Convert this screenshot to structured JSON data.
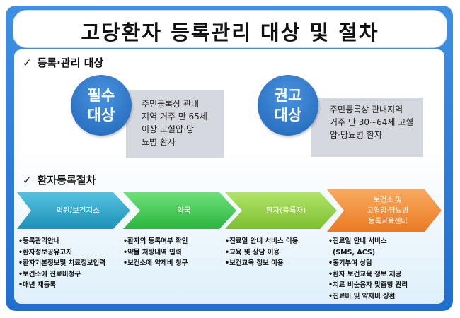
{
  "title": "고당환자 등록관리 대상 및 절차",
  "section1": {
    "check": "✓",
    "heading": "등록·관리 대상"
  },
  "required": {
    "circle_line1": "필수",
    "circle_line2": "대상",
    "desc_lines": [
      "주민등록상 관내",
      "지역 거주 만 65세",
      "이상 고혈압·당",
      "뇨병 환자"
    ]
  },
  "recommended": {
    "circle_line1": "권고",
    "circle_line2": "대상",
    "desc_lines": [
      "주민등록상 관내지역",
      "거주 만 30~64세 고혈",
      "압·당뇨병 환자"
    ]
  },
  "section2": {
    "check": "✓",
    "heading": "환자등록절차"
  },
  "steps": [
    {
      "label_lines": [
        "의원/보건지소"
      ],
      "color": "#2aa3c8",
      "items": [
        "•등록관리안내",
        "•환자정보공유고지",
        "•환자기본정보및 치료정보입력",
        "•보건소에 진료비청구",
        "•매년 재등록"
      ]
    },
    {
      "label_lines": [
        "약국"
      ],
      "color": "#3ec24e",
      "items": [
        "•환자의 등록여부 확인",
        "•약물 처방내역 입력",
        "•보건소에 약제비 청구"
      ]
    },
    {
      "label_lines": [
        "환자(등록자)"
      ],
      "color": "#8cca3c",
      "items": [
        "•진료일 안내 서비스 이용",
        "•교육 및 상담 이용",
        "•보건교육 정보 이용"
      ]
    },
    {
      "label_lines": [
        "보건소 및",
        "고혈압·당뇨병",
        "등록교육센터"
      ],
      "color": "#f08a2e",
      "items": [
        "•진료일 안내 서비스",
        "(SMS, ACS)",
        "•동기부여 상담",
        "•환자 보건교육 정보 제공",
        "•치료 비순응자 맞춤형 관리",
        "•진료비 및 약제비 상환"
      ]
    }
  ]
}
